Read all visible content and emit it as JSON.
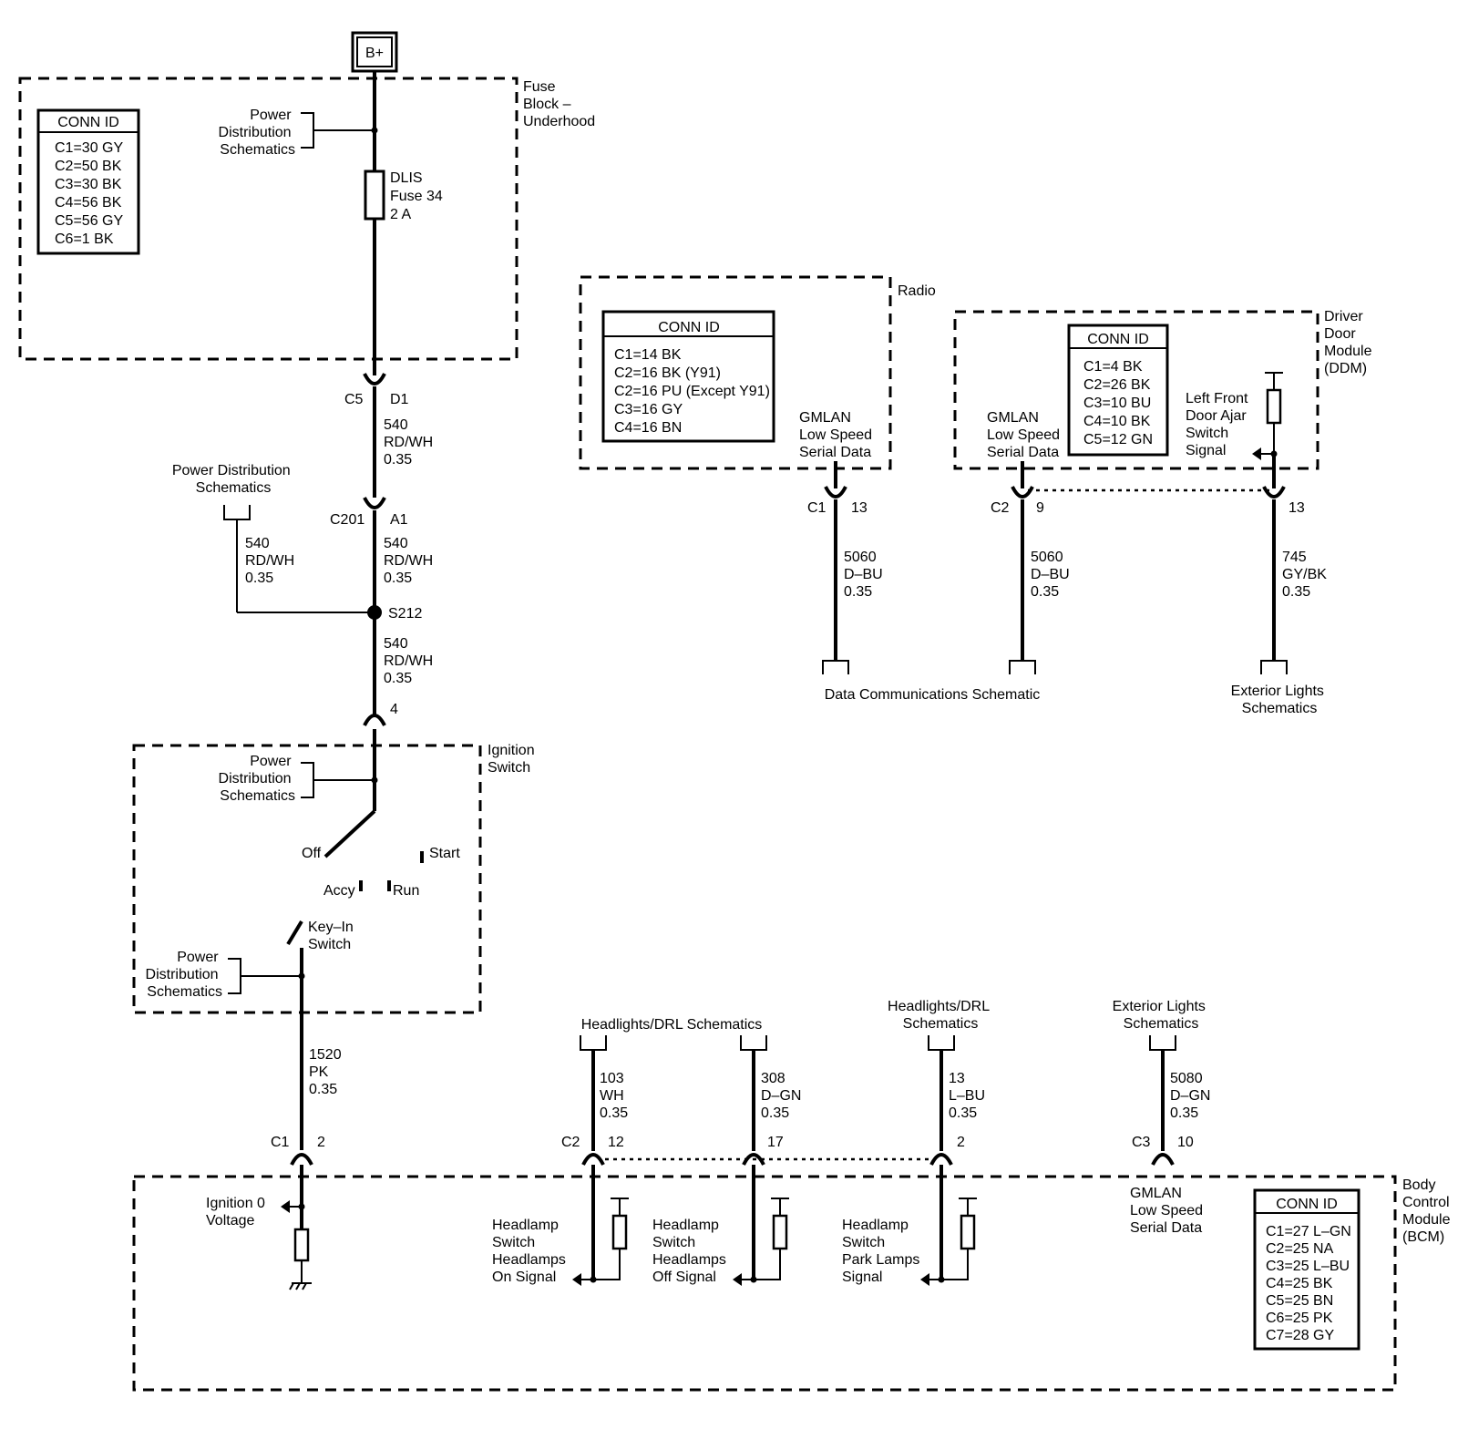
{
  "battery": "B+",
  "fuse_block": {
    "label": [
      "Fuse",
      "Block –",
      "Underhood"
    ],
    "conn_id_title": "CONN ID",
    "conn_ids": [
      "C1=30 GY",
      "C2=50 BK",
      "C3=30 BK",
      "C4=56 BK",
      "C5=56 GY",
      "C6=1 BK"
    ],
    "power_dist": [
      "Power",
      "Distribution",
      "Schematics"
    ],
    "fuse": [
      "DLIS",
      "Fuse 34",
      "2 A"
    ]
  },
  "connectors": {
    "c5": "C5",
    "d1": "D1",
    "c201": "C201",
    "a1": "A1",
    "s212": "S212",
    "pin4": "4"
  },
  "wires": {
    "w540_a": [
      "540",
      "RD/WH",
      "0.35"
    ],
    "w540_b": [
      "540",
      "RD/WH",
      "0.35"
    ],
    "w540_c": [
      "540",
      "RD/WH",
      "0.35"
    ],
    "w540_d": [
      "540",
      "RD/WH",
      "0.35"
    ],
    "w1520": [
      "1520",
      "PK",
      "0.35"
    ],
    "w5060_radio": [
      "5060",
      "D–BU",
      "0.35"
    ],
    "w5060_ddm": [
      "5060",
      "D–BU",
      "0.35"
    ],
    "w745": [
      "745",
      "GY/BK",
      "0.35"
    ],
    "w103": [
      "103",
      "WH",
      "0.35"
    ],
    "w308": [
      "308",
      "D–GN",
      "0.35"
    ],
    "w13": [
      "13",
      "L–BU",
      "0.35"
    ],
    "w5080": [
      "5080",
      "D–GN",
      "0.35"
    ]
  },
  "power_dist_left": [
    "Power Distribution",
    "Schematics"
  ],
  "ignition_switch": {
    "label": [
      "Ignition",
      "Switch"
    ],
    "power_dist_top": [
      "Power",
      "Distribution",
      "Schematics"
    ],
    "power_dist_bottom": [
      "Power",
      "Distribution",
      "Schematics"
    ],
    "off": "Off",
    "accy": "Accy",
    "run": "Run",
    "start": "Start",
    "key_in": [
      "Key–In",
      "Switch"
    ]
  },
  "radio": {
    "label": "Radio",
    "conn_id_title": "CONN ID",
    "conn_ids": [
      "C1=14 BK",
      "C2=16 BK (Y91)",
      "C2=16 PU (Except Y91)",
      "C3=16 GY",
      "C4=16 BN"
    ],
    "gmlan": [
      "GMLAN",
      "Low Speed",
      "Serial Data"
    ],
    "conn": "C1",
    "pin": "13"
  },
  "ddm": {
    "label": [
      "Driver",
      "Door",
      "Module",
      "(DDM)"
    ],
    "conn_id_title": "CONN ID",
    "conn_ids": [
      "C1=4 BK",
      "C2=26 BK",
      "C3=10 BU",
      "C4=10 BK",
      "C5=12 GN"
    ],
    "gmlan": [
      "GMLAN",
      "Low Speed",
      "Serial Data"
    ],
    "door_ajar": [
      "Left Front",
      "Door Ajar",
      "Switch",
      "Signal"
    ],
    "conn": "C2",
    "pin_a": "9",
    "pin_b": "13"
  },
  "data_comm": "Data Communications Schematic",
  "ext_lights_top": [
    "Exterior Lights",
    "Schematics"
  ],
  "headlights_drl_a": "Headlights/DRL Schematics",
  "headlights_drl_b": [
    "Headlights/DRL",
    "Schematics"
  ],
  "ext_lights_bottom": [
    "Exterior Lights",
    "Schematics"
  ],
  "bcm": {
    "label": [
      "Body",
      "Control",
      "Module",
      "(BCM)"
    ],
    "conn_id_title": "CONN ID",
    "conn_ids": [
      "C1=27 L–GN",
      "C2=25 NA",
      "C3=25 L–BU",
      "C4=25 BK",
      "C5=25 BN",
      "C6=25 PK",
      "C7=28 GY"
    ],
    "ignition": [
      "Ignition 0",
      "Voltage"
    ],
    "hs_on": [
      "Headlamp",
      "Switch",
      "Headlamps",
      "On Signal"
    ],
    "hs_off": [
      "Headlamp",
      "Switch",
      "Headlamps",
      "Off Signal"
    ],
    "hs_park": [
      "Headlamp",
      "Switch",
      "Park Lamps",
      "Signal"
    ],
    "gmlan": [
      "GMLAN",
      "Low Speed",
      "Serial Data"
    ],
    "c1": "C1",
    "c1_pin": "2",
    "c2": "C2",
    "c2_pin12": "12",
    "c2_pin17": "17",
    "c2_pin2": "2",
    "c3": "C3",
    "c3_pin": "10"
  }
}
